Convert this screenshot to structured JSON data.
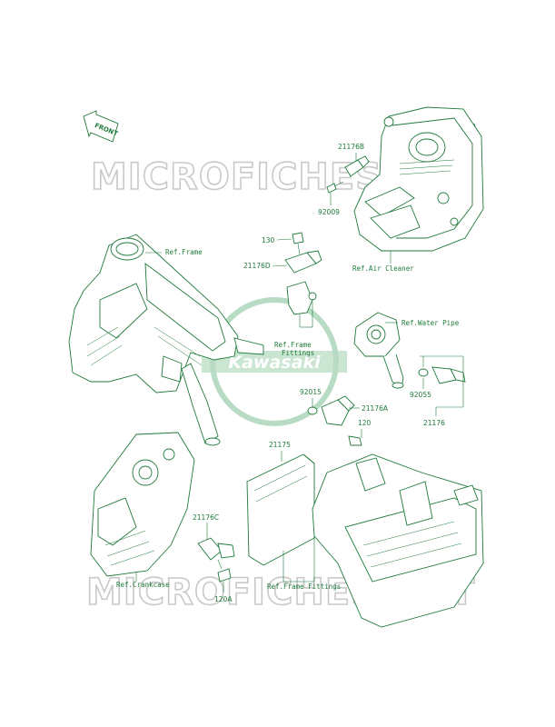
{
  "diagram": {
    "diagram_id": "E1530",
    "front_label": "FRONT",
    "watermark_top": "MICROFICHES.NET",
    "watermark_bottom": "MICROFICHES.NET",
    "logo_text": "Kawasaki",
    "colors": {
      "line": "#1f7a3a",
      "watermark": "#c9c9c9",
      "logo": "#b8dcc3"
    },
    "part_numbers": {
      "p21176B": "21176B",
      "p92009": "92009",
      "p130": "130",
      "p21176D": "21176D",
      "p92015": "92015",
      "p21176A": "21176A",
      "p120": "120",
      "p92055": "92055",
      "p21176": "21176",
      "p21175": "21175",
      "p21176C": "21176C",
      "p120A": "120A"
    },
    "references": {
      "frame": "Ref.Frame",
      "air_cleaner": "Ref.Air Cleaner",
      "frame_fittings_1": "Ref.Frame",
      "frame_fittings_2": "Fittings",
      "water_pipe": "Ref.Water Pipe",
      "crankcase": "Ref.Crankcase",
      "frame_fittings_bottom": "Ref.Frame Fittings"
    }
  }
}
